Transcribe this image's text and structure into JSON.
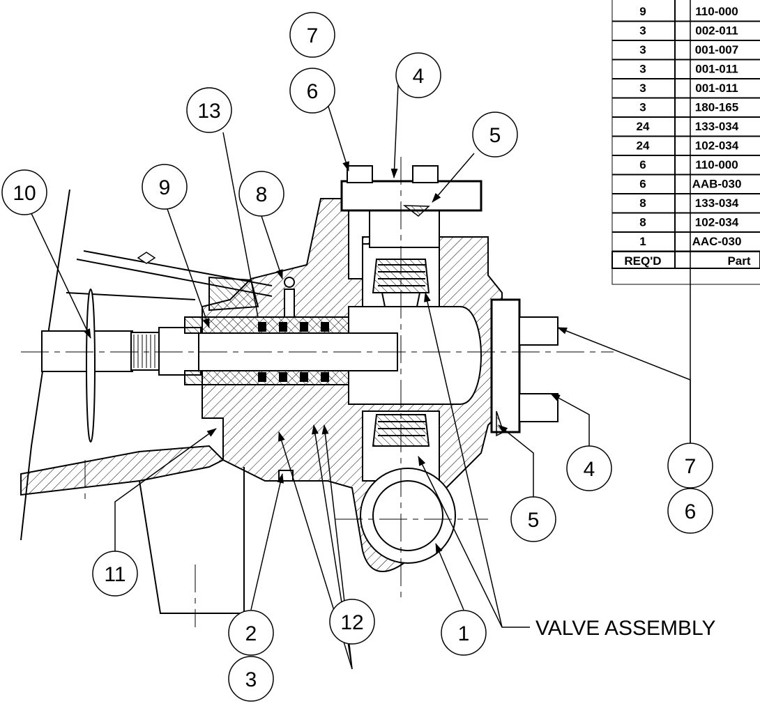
{
  "bom_table": {
    "header": {
      "qty": "REQ'D",
      "part": "Part"
    },
    "rows": [
      {
        "qty": "9",
        "part": "110-000"
      },
      {
        "qty": "3",
        "part": "002-011"
      },
      {
        "qty": "3",
        "part": "001-007"
      },
      {
        "qty": "3",
        "part": "001-011"
      },
      {
        "qty": "3",
        "part": "001-011"
      },
      {
        "qty": "3",
        "part": "180-165"
      },
      {
        "qty": "24",
        "part": "133-034"
      },
      {
        "qty": "24",
        "part": "102-034"
      },
      {
        "qty": "6",
        "part": "110-000"
      },
      {
        "qty": "6",
        "part": "AAB-030"
      },
      {
        "qty": "8",
        "part": "133-034"
      },
      {
        "qty": "8",
        "part": "102-034"
      },
      {
        "qty": "1",
        "part": "AAC-030"
      }
    ]
  },
  "callouts": [
    {
      "id": "c7a",
      "label": "7"
    },
    {
      "id": "c6a",
      "label": "6"
    },
    {
      "id": "c4a",
      "label": "4"
    },
    {
      "id": "c13",
      "label": "13"
    },
    {
      "id": "c5a",
      "label": "5"
    },
    {
      "id": "c9",
      "label": "9"
    },
    {
      "id": "c8",
      "label": "8"
    },
    {
      "id": "c10",
      "label": "10"
    },
    {
      "id": "c4b",
      "label": "4"
    },
    {
      "id": "c7b",
      "label": "7"
    },
    {
      "id": "c6b",
      "label": "6"
    },
    {
      "id": "c5b",
      "label": "5"
    },
    {
      "id": "c11",
      "label": "11"
    },
    {
      "id": "c12",
      "label": "12"
    },
    {
      "id": "c2",
      "label": "2"
    },
    {
      "id": "c3",
      "label": "3"
    },
    {
      "id": "c1",
      "label": "1"
    }
  ],
  "note": {
    "valve_assembly": "VALVE ASSEMBLY"
  }
}
